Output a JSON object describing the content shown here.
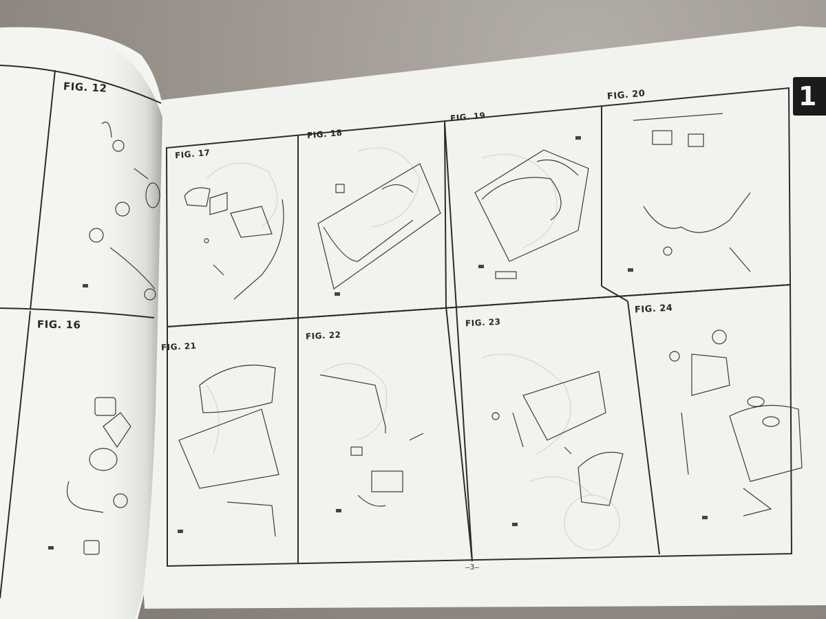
{
  "left_page": {
    "figures": [
      "FIG. 12",
      "FIG. 16"
    ]
  },
  "right_page": {
    "section_tab": "1",
    "figures": [
      "FIG. 17",
      "FIG. 18",
      "FIG. 19",
      "FIG. 20",
      "FIG. 21",
      "FIG. 22",
      "FIG. 23",
      "FIG. 24"
    ],
    "page_number": "–3–"
  },
  "colors": {
    "paper": "#f3f3f0",
    "ink": "#262626",
    "ghost_print": "#b9cdd3",
    "table": "#8f8a83"
  }
}
